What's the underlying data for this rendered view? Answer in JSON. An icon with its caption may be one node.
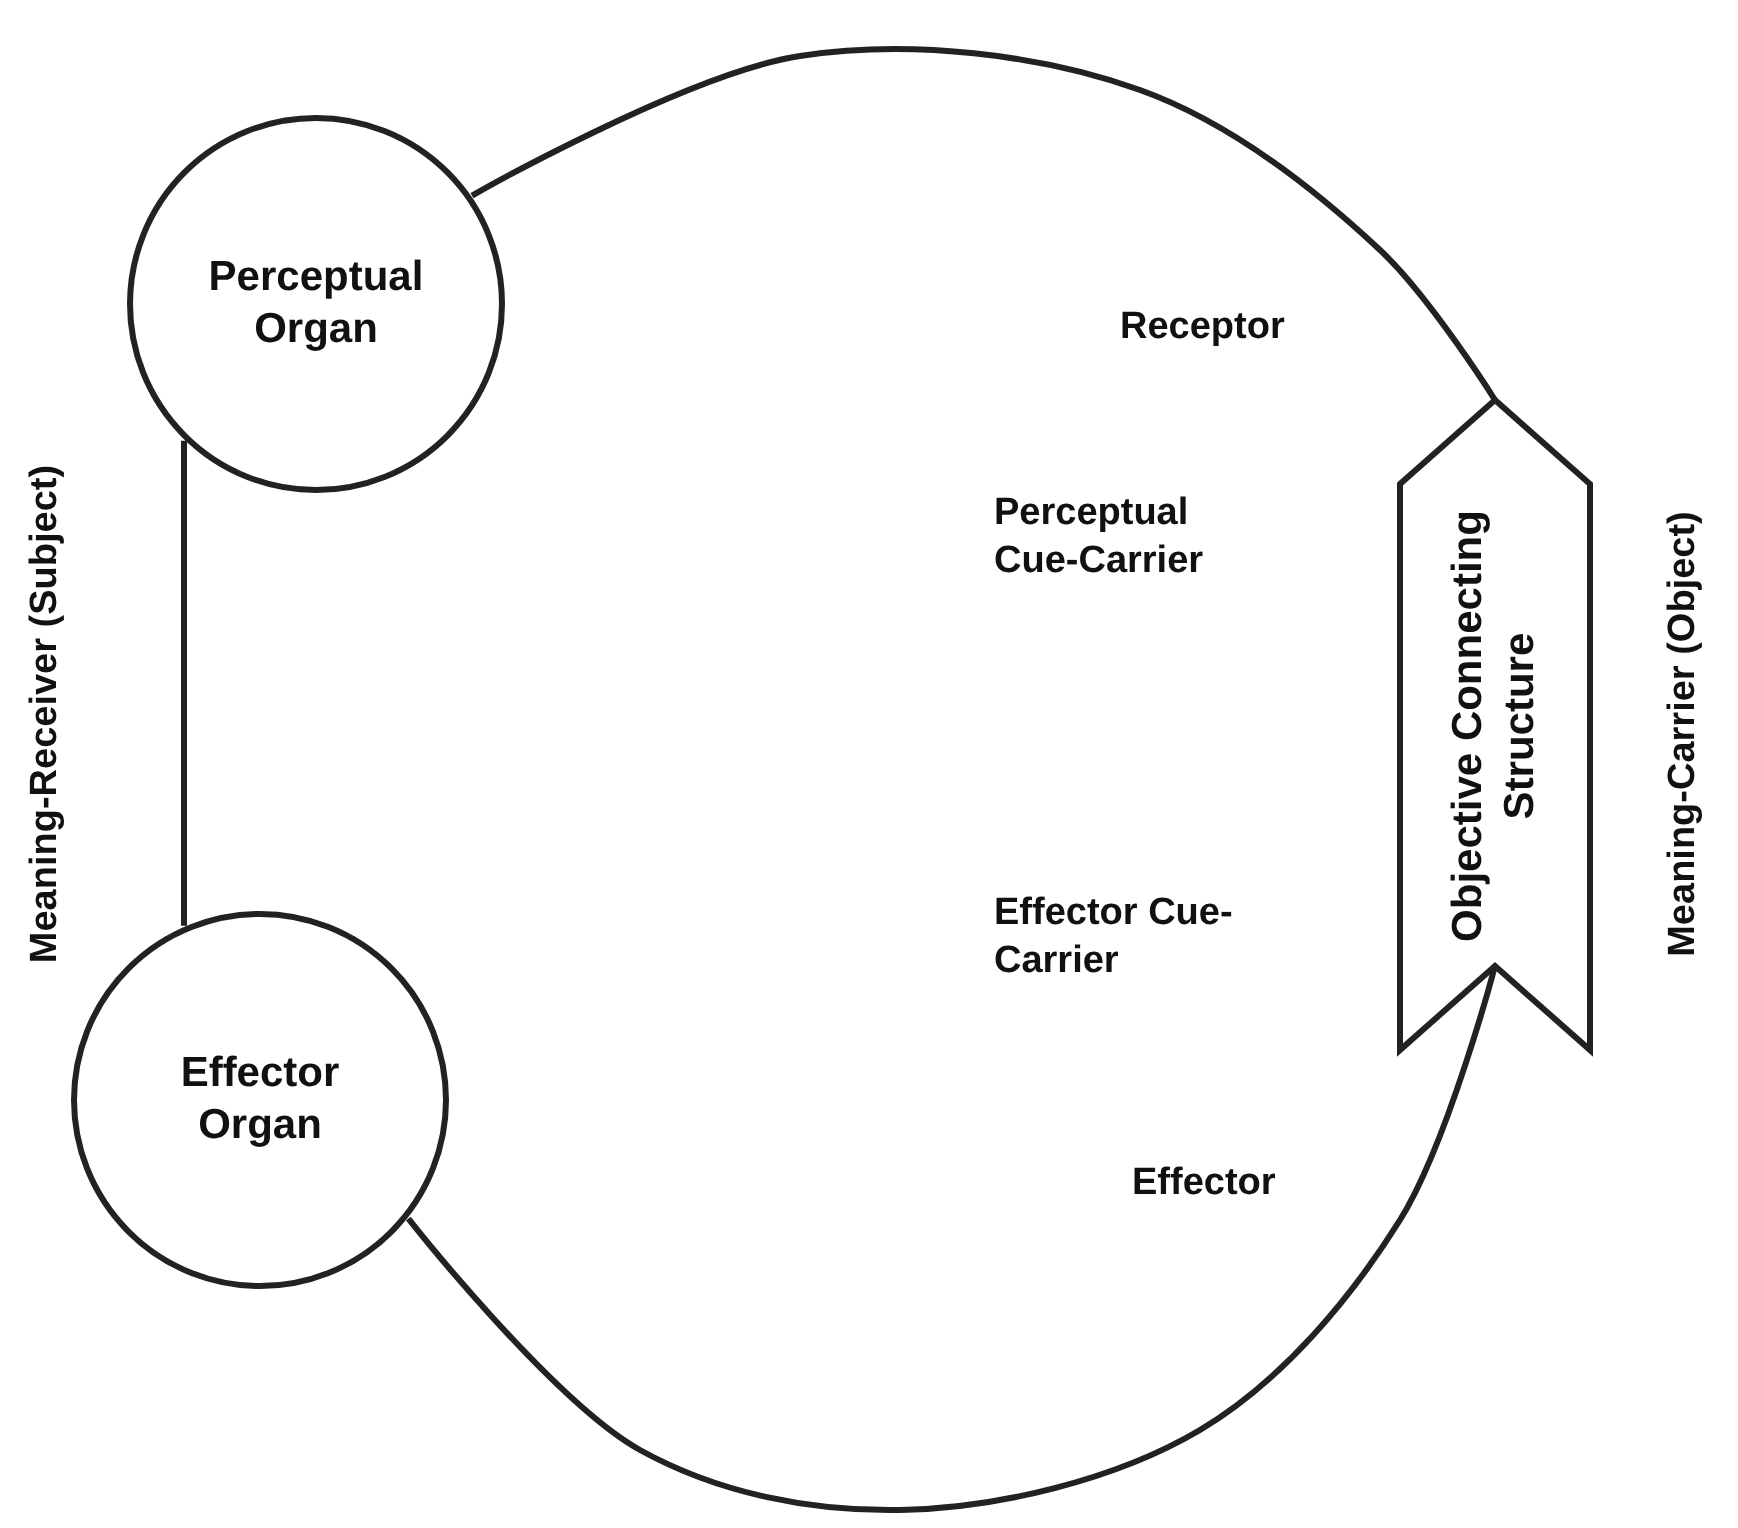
{
  "diagram": {
    "nodes": [
      {
        "text": [
          "Perceptual Organ"
        ]
      },
      {
        "text": [
          "Effector Organ"
        ]
      },
      {
        "text": [
          "Objective Connecting Structure"
        ]
      }
    ],
    "edges": [
      {
        "from": 0,
        "to": 2,
        "arrow": "none"
      },
      {
        "from": 2,
        "to": 1,
        "arrow": "none"
      },
      {
        "from": 0,
        "to": 1,
        "arrow": "none"
      }
    ],
    "labels": [
      "Receptor",
      "Perceptual Cue-Carrier",
      "Meaning-Receiver (Subject)",
      "Meaning-Carrier (Object)",
      "Effector Cue-Carrier",
      "Effector"
    ]
  }
}
